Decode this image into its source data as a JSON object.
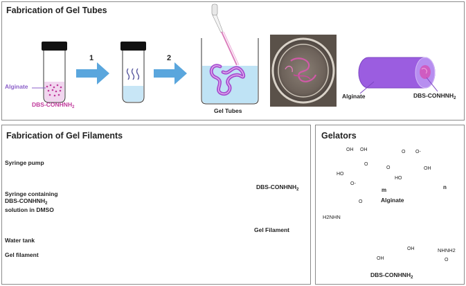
{
  "panels": {
    "tubes_title": "Fabrication of Gel Tubes",
    "filaments_title": "Fabrication of Gel Filaments",
    "gelators_title": "Gelators"
  },
  "tubes": {
    "alginate": "Alginate",
    "dbs": "DBS-CONHNH",
    "dbs_sub": "2",
    "step1": "1",
    "step2": "2",
    "gel_tubes": "Gel Tubes",
    "alginate_right": "Alginate",
    "dbs_right": "DBS-CONHNH",
    "dbs_right_sub": "2"
  },
  "filaments": {
    "syringe_pump": "Syringe pump",
    "syringe_line1": "Syringe containing",
    "syringe_line2": "DBS-CONHNH",
    "syringe_line2_sub": "2",
    "syringe_line3": "solution in DMSO",
    "water_tank": "Water tank",
    "gel_filament_left": "Gel filament",
    "dbs_label": "DBS-CONHNH",
    "dbs_label_sub": "2",
    "gel_filament_right": "Gel Filament"
  },
  "gelators": {
    "alginate": "Alginate",
    "dbs": "DBS-CONHNH",
    "dbs_sub": "2",
    "m": "m",
    "n": "n",
    "h2nhn": "H2NHN",
    "nhnh2": "NHNH2",
    "oh": "OH",
    "ho": "HO",
    "o": "O",
    "o_minus": "O-"
  },
  "colors": {
    "arrow_blue": "#5aa6dd",
    "gel_purple": "#9b5de0",
    "magenta": "#c0399b",
    "water": "#bfe3f5",
    "label_purple": "#8b5fc9"
  }
}
